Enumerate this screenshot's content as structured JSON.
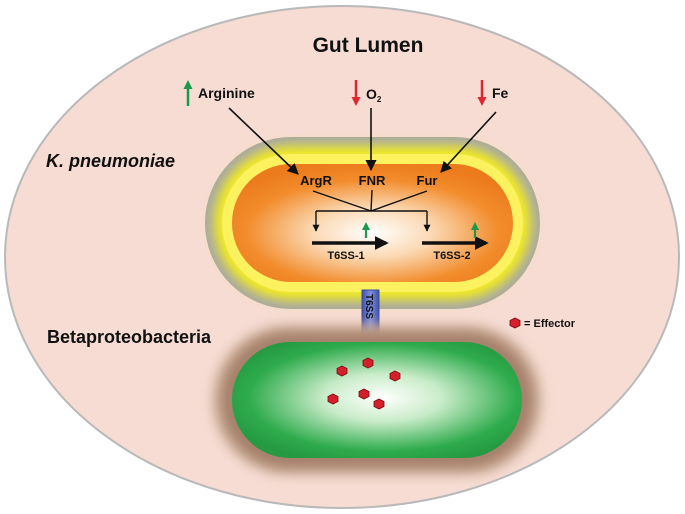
{
  "title": "Gut Lumen",
  "signals": {
    "arginine": {
      "label": "Arginine",
      "direction": "up",
      "color": "#1a9a4a"
    },
    "oxygen": {
      "label": "O",
      "subscript": "2",
      "direction": "down",
      "color": "#e0252e"
    },
    "iron": {
      "label": "Fe",
      "direction": "down",
      "color": "#e0252e"
    }
  },
  "regulators": [
    "ArgR",
    "FNR",
    "Fur"
  ],
  "organisms": {
    "kpneumoniae": "K. pneumoniae",
    "beta": "Betaproteobacteria"
  },
  "genes": {
    "t6ss1": {
      "label": "T6SS-1",
      "change": "up"
    },
    "t6ss2": {
      "label": "T6SS-2",
      "change": "up"
    }
  },
  "injector_label": "T6SS",
  "legend": {
    "effector_label": "= Effector",
    "effector_color": "#e0252e"
  },
  "colors": {
    "lumen": "#f6dcd3",
    "up_arrow": "#1a9a4a",
    "down_arrow": "#e0252e",
    "kp_fill": "#f0882a",
    "beta_fill": "#2aa84a",
    "t6ss_tube": "#5a6fc4"
  }
}
